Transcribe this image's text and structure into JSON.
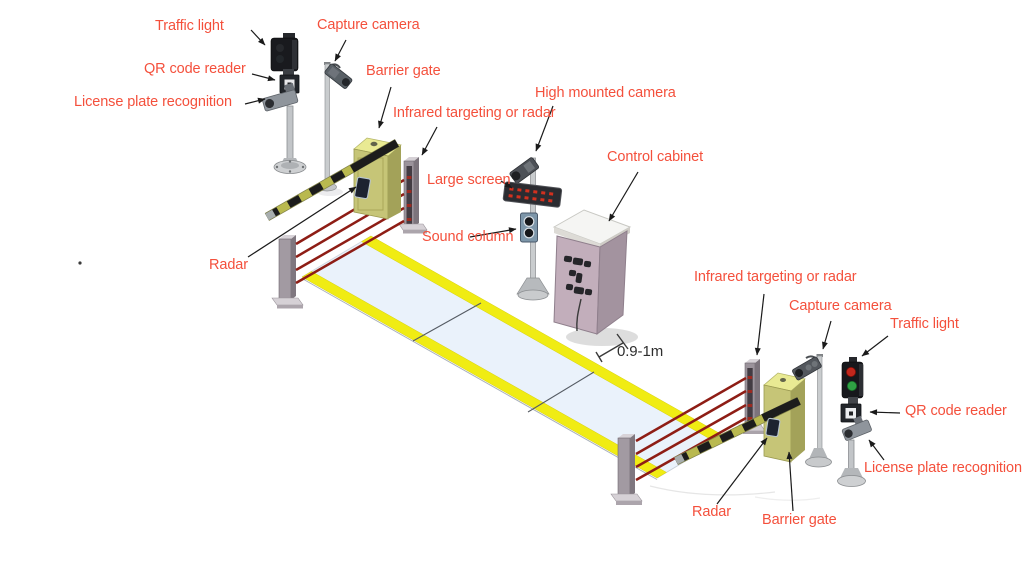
{
  "diagram": {
    "scene": "Vehicle weighbridge checkpoint system - annotated isometric diagram",
    "labels": {
      "left": {
        "traffic_light": "Traffic light",
        "capture_camera": "Capture camera",
        "qr_code_reader": "QR code reader",
        "barrier_gate": "Barrier gate",
        "license_plate_recognition": "License plate recognition",
        "infrared": "Infrared targeting or radar",
        "radar": "Radar"
      },
      "center": {
        "high_mounted_camera": "High mounted camera",
        "large_screen": "Large screen",
        "control_cabinet": "Control cabinet",
        "sound_column": "Sound column",
        "dimension": "0.9-1m"
      },
      "right": {
        "infrared": "Infrared targeting or radar",
        "capture_camera": "Capture camera",
        "traffic_light": "Traffic light",
        "qr_code_reader": "QR code reader",
        "license_plate_recognition": "License plate recognition",
        "radar": "Radar",
        "barrier_gate": "Barrier gate"
      }
    },
    "colors": {
      "label_text": "#f4503c",
      "dimension_text": "#2e2e2e",
      "arrow": "#1a1a1a",
      "platform_surface": "#eaf2fb",
      "platform_edge_yellow": "#f0ec13",
      "barrier_box": "#c6c577",
      "barrier_box_top": "#e9ea93",
      "infrared_beam_red": "#8e1d15",
      "post_gray": "#9b939b",
      "control_cabinet": "#c2aebb",
      "traffic_light_red": "#c1271c",
      "traffic_light_green": "#2fa244",
      "radar_panel": "#1d2330",
      "sound_column": "#7d96a9",
      "large_screen": "#2b2c31"
    }
  }
}
